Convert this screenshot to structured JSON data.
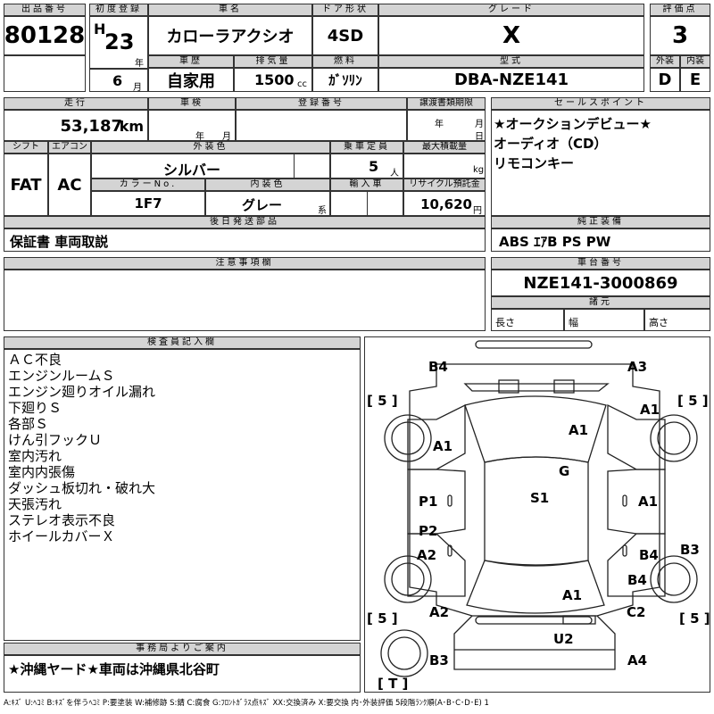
{
  "header": {
    "labels": {
      "lot_no": "出品番号",
      "first_reg": "初度登録",
      "car_name": "車名",
      "door": "ドア形状",
      "grade": "グレード",
      "score": "評価点",
      "history": "車歴",
      "displacement": "排気量",
      "fuel": "燃料",
      "model": "型式",
      "exterior": "外装",
      "interior": "内装",
      "year_unit": "年",
      "month_unit": "月",
      "cc_unit": "cc"
    },
    "lot_no": "80128",
    "era": "H",
    "year": "23",
    "month": "6",
    "car_name": "カローラアクシオ",
    "door": "4SD",
    "grade": "X",
    "score": "3",
    "history": "自家用",
    "displacement": "1500",
    "fuel": "ｶﾞｿﾘﾝ",
    "model": "DBA-NZE141",
    "exterior_grade": "D",
    "interior_grade": "E"
  },
  "details": {
    "labels": {
      "mileage": "走行",
      "inspection": "車検",
      "reg_no": "登録番号",
      "transfer": "譲渡書類期限",
      "shift": "シフト",
      "aircon": "エアコン",
      "ext_color": "外装色",
      "capacity": "乗車定員",
      "max_load": "最大積載量",
      "color_no": "カラーNo.",
      "int_color": "内装色",
      "import": "輸入車",
      "recycle": "リサイクル預託金",
      "later_parts": "後日発送部品",
      "km": "km",
      "year_unit": "年",
      "month_unit": "月",
      "day_unit": "日",
      "persons": "人",
      "kg": "kg",
      "kei": "系",
      "yen": "円"
    },
    "mileage": "53,187",
    "shift": "FAT",
    "aircon": "AC",
    "ext_color": "シルバー",
    "capacity": "5",
    "color_no": "1F7",
    "int_color": "グレー",
    "recycle": "10,620",
    "later_parts": "保証書 車両取説"
  },
  "sales_points": {
    "label": "セールスポイント",
    "items": [
      "★オークションデビュー★",
      "オーディオ（CD）",
      "リモコンキー"
    ]
  },
  "equipment": {
    "label": "純正装備",
    "value": "ABS ｴｱB PS PW"
  },
  "caution": {
    "label": "注意事項欄"
  },
  "chassis": {
    "label": "車台番号",
    "value": "NZE141-3000869",
    "dims_label": "諸元",
    "length": "長さ",
    "width": "幅",
    "height": "高さ"
  },
  "inspector": {
    "label": "検査員記入欄",
    "notes": [
      "ＡＣ不良",
      "エンジンルームＳ",
      "エンジン廻りオイル漏れ",
      "下廻りＳ",
      "各部Ｓ",
      "けん引フックＵ",
      "室内汚れ",
      "室内内張傷",
      "ダッシュ板切れ・破れ大",
      "天張汚れ",
      "ステレオ表示不良",
      "ホイールカバーＸ"
    ]
  },
  "office": {
    "label": "事務局よりご案内",
    "message": "★沖縄ヤード★車両は沖縄県北谷町"
  },
  "diagram": {
    "marks": [
      "B4",
      "A3",
      "A1",
      "A1",
      "A1",
      "G",
      "S1",
      "P1",
      "A1",
      "P2",
      "A2",
      "B4",
      "B3",
      "B4",
      "A1",
      "A2",
      "C2",
      "U2",
      "B3",
      "A4"
    ],
    "tire_labels": [
      "[ 5 ]",
      "[ 5 ]",
      "[ 5 ]",
      "[ 5 ]",
      "[ T ]"
    ]
  },
  "legend": "A:ｷｽﾞ U:ﾍｺﾐ B:ｷｽﾞを伴うﾍｺﾐ P:要塗装 W:補修跡 S:錆 C:腐食 G:ﾌﾛﾝﾄｶﾞﾗｽ点ｷｽﾞ XX:交換済み X:要交換 内･外装評価 5段階ﾗﾝｸ順(A･B･C･D･E) 1"
}
